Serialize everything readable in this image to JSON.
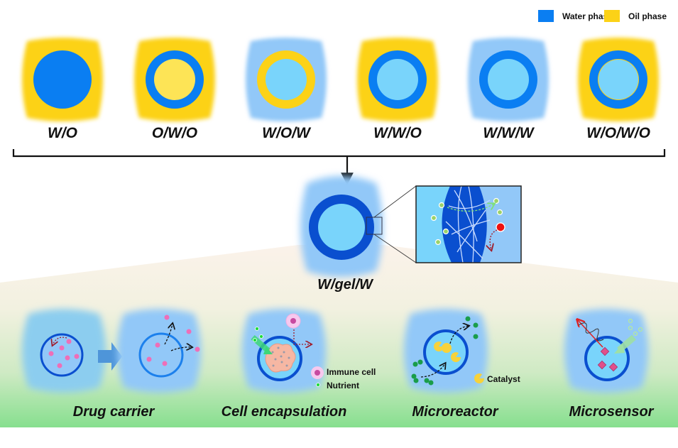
{
  "legend": [
    {
      "label": "Water phase",
      "color": "#0a7ef2"
    },
    {
      "label": "Oil phase",
      "color": "#fcd217"
    }
  ],
  "colors": {
    "oil": "#fcd217",
    "oil_light": "#fde456",
    "water_outer": "#92c8f8",
    "water_dark": "#0a7ef2",
    "water_inner": "#79d4fb",
    "gel_shell": "#0a4fcf",
    "drug": "#ee6fb8",
    "nutrient": "#1ec84a",
    "substrate": "#1a9d4a",
    "catalyst": "#f7d23a"
  },
  "emulsion_types": [
    {
      "label": "W/O",
      "outer": "oil",
      "layers": [
        "water_dark"
      ]
    },
    {
      "label": "O/W/O",
      "outer": "oil",
      "layers": [
        "water_dark",
        "oil_light"
      ]
    },
    {
      "label": "W/O/W",
      "outer": "water_outer",
      "layers": [
        "oil",
        "water_inner"
      ]
    },
    {
      "label": "W/W/O",
      "outer": "oil",
      "layers": [
        "water_dark",
        "water_inner"
      ]
    },
    {
      "label": "W/W/W",
      "outer": "water_outer",
      "layers": [
        "water_dark",
        "water_inner"
      ]
    },
    {
      "label": "W/O/W/O",
      "outer": "oil",
      "layers": [
        "water_dark",
        "oil",
        "water_inner"
      ]
    }
  ],
  "center": {
    "label": "W/gel/W"
  },
  "applications": [
    {
      "label": "Drug carrier"
    },
    {
      "label": "Cell encapsulation",
      "legend": [
        "Immune cell",
        "Nutrient"
      ]
    },
    {
      "label": "Microreactor",
      "legend": [
        "Catalyst"
      ]
    },
    {
      "label": "Microsensor"
    }
  ]
}
